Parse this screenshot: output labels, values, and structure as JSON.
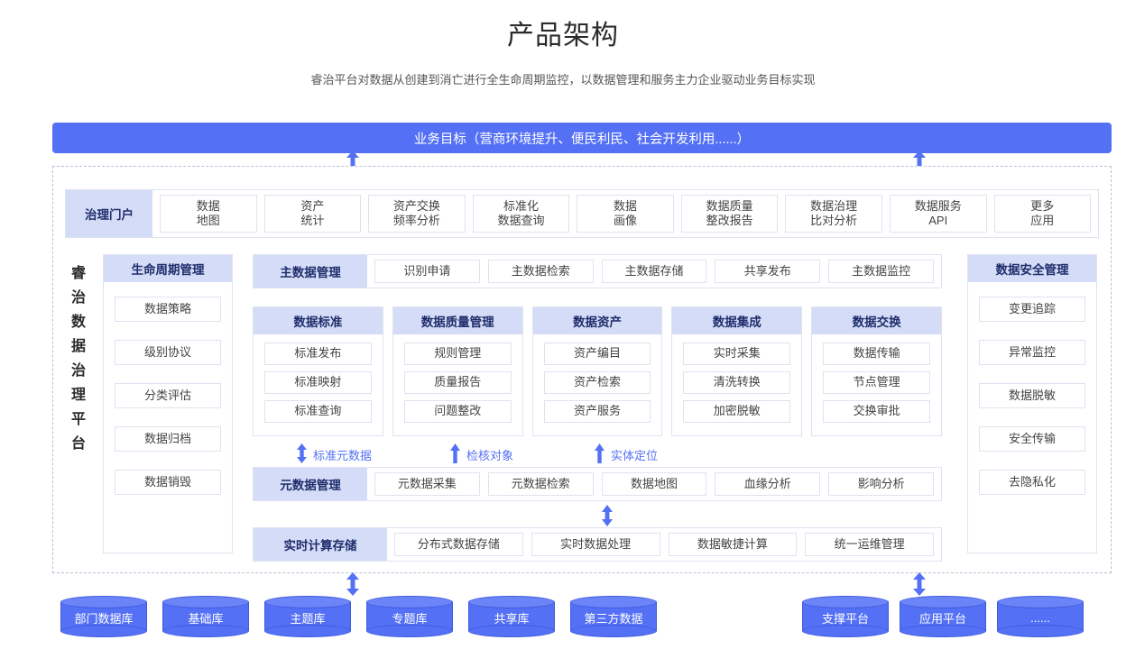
{
  "header": {
    "title": "产品架构",
    "subtitle": "睿治平台对数据从创建到消亡进行全生命周期监控，以数据管理和服务主力企业驱动业务目标实现"
  },
  "goal_bar": {
    "label": "业务目标（营商环境提升、便民利民、社会开发利用......）"
  },
  "platform": {
    "vertical_label": "睿治数据治理平台"
  },
  "portal": {
    "label": "治理门户",
    "items": [
      {
        "line1": "数据",
        "line2": "地图"
      },
      {
        "line1": "资产",
        "line2": "统计"
      },
      {
        "line1": "资产交换",
        "line2": "频率分析"
      },
      {
        "line1": "标准化",
        "line2": "数据查询"
      },
      {
        "line1": "数据",
        "line2": "画像"
      },
      {
        "line1": "数据质量",
        "line2": "整改报告"
      },
      {
        "line1": "数据治理",
        "line2": "比对分析"
      },
      {
        "line1": "数据服务",
        "line2": "API"
      },
      {
        "line1": "更多",
        "line2": "应用"
      }
    ]
  },
  "lifecycle": {
    "header": "生命周期管理",
    "items": [
      "数据策略",
      "级别协议",
      "分类评估",
      "数据归档",
      "数据销毁"
    ]
  },
  "security": {
    "header": "数据安全管理",
    "items": [
      "变更追踪",
      "异常监控",
      "数据脱敏",
      "安全传输",
      "去隐私化"
    ]
  },
  "master_data": {
    "label": "主数据管理",
    "items": [
      "识别申请",
      "主数据检索",
      "主数据存储",
      "共享发布",
      "主数据监控"
    ]
  },
  "groups": [
    {
      "header": "数据标准",
      "items": [
        "标准发布",
        "标准映射",
        "标准查询"
      ]
    },
    {
      "header": "数据质量管理",
      "items": [
        "规则管理",
        "质量报告",
        "问题整改"
      ]
    },
    {
      "header": "数据资产",
      "items": [
        "资产编目",
        "资产检索",
        "资产服务"
      ]
    },
    {
      "header": "数据集成",
      "items": [
        "实时采集",
        "清洗转换",
        "加密脱敏"
      ]
    },
    {
      "header": "数据交换",
      "items": [
        "数据传输",
        "节点管理",
        "交换审批"
      ]
    }
  ],
  "flow_labels": [
    {
      "text": "标准元数据",
      "arrow": "double"
    },
    {
      "text": "检核对象",
      "arrow": "up"
    },
    {
      "text": "实体定位",
      "arrow": "up"
    }
  ],
  "metadata": {
    "label": "元数据管理",
    "items": [
      "元数据采集",
      "元数据检索",
      "数据地图",
      "血缘分析",
      "影响分析"
    ]
  },
  "realtime": {
    "label": "实时计算存储",
    "items": [
      "分布式数据存储",
      "实时数据处理",
      "数据敏捷计算",
      "统一运维管理"
    ]
  },
  "sources_left": [
    "部门数据库",
    "基础库",
    "主题库",
    "专题库",
    "共享库",
    "第三方数据"
  ],
  "sources_right": [
    "支撑平台",
    "应用平台",
    "......"
  ],
  "colors": {
    "accent": "#5470f5",
    "header_bg": "#d5dcf7",
    "header_text": "#1f2d6b",
    "border": "#dfe3ef",
    "dashed_border": "#b9c0d6"
  }
}
